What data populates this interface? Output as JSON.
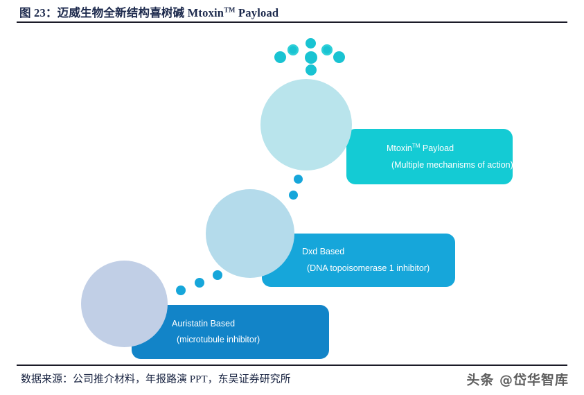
{
  "header": {
    "figure_label": "图 23：",
    "title_cn": "迈威生物全新结构喜树碱",
    "title_en": "Mtoxin",
    "title_sup": "TM",
    "title_en_tail": " Payload"
  },
  "footer": {
    "source": "数据来源：公司推介材料，年报路演 PPT，东吴证券研究所",
    "watermark": "头条 @岱华智库"
  },
  "diagram": {
    "type": "tiered-payload-comparison",
    "tiers": [
      {
        "id": "mtoxin",
        "line1": "Mtoxin",
        "line1_sup": "TM",
        "line1_tail": " Payload",
        "line2": "(Multiple mechanisms of action)",
        "plate_color": "#14cbd4",
        "circle_color": "#b9e4ec"
      },
      {
        "id": "dxd",
        "line1": "Dxd Based",
        "line1_sup": "",
        "line1_tail": "",
        "line2": "(DNA topoisomerase 1 inhibitor)",
        "plate_color": "#16a6da",
        "circle_color": "#b4dbeb"
      },
      {
        "id": "auristatin",
        "line1": "Auristatin Based",
        "line1_sup": "",
        "line1_tail": "",
        "line2": "(microtubule inhibitor)",
        "plate_color": "#1284c8",
        "circle_color": "#c1cfe6"
      }
    ],
    "accent_colors": {
      "cyan": "#14cbd4",
      "mid_blue": "#16a6da",
      "deep_blue": "#1284c8",
      "rule": "#1b1b28",
      "title": "#1d2a4d"
    }
  }
}
